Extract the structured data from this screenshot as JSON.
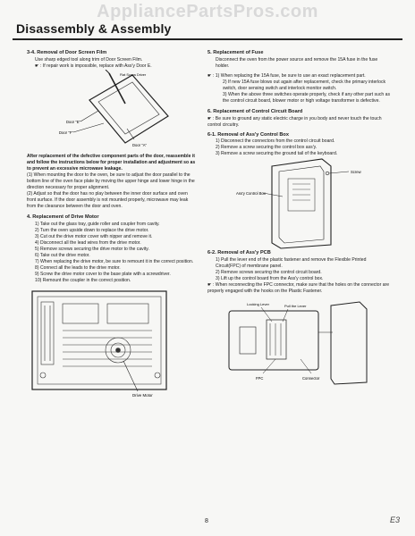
{
  "watermark": "AppliancePartsPros.com",
  "title": "Disassembly & Assembly",
  "page_number": "8",
  "corner_mark": "E3",
  "s34": {
    "heading": "3-4. Removal of Door Screen Film",
    "lines": [
      "Use sharp edged tool along trim of Door Screen Film.",
      "☛ : If repair work is impossible, replace with Ass'y Door E."
    ],
    "fig_labels": [
      "Flat Screw Driver",
      "Door \"E\"",
      "Door \"F\"",
      "Door \"A\""
    ],
    "bold_note": "After replacement of the defective component parts of the door, reassemble it and follow the instructions below for proper installation and adjustment so as to prevent an excessive microwave leakage.",
    "items": [
      "(1) When mounting the door to the oven, be sure to adjust the door parallel to the bottom line of the oven face plate by moving the upper hinge and lower hinge in the direction necessary for proper alignment.",
      "(2) Adjust so that the door has no play between the inner door surface and oven front surface. If the door assembly is not mounted properly, microwave may leak from the clearance between the door and oven."
    ]
  },
  "s4": {
    "heading": "4. Replacement of Drive Motor",
    "items": [
      "1) Take out the glass tray, guide roller and coupler from cavity.",
      "2) Turn the oven upside down to replace the drive motor.",
      "3) Cut out the drive motor cover with nipper and remove it.",
      "4) Disconnect all the lead wires from the drive motor.",
      "5) Remove screws securing the drive motor to the cavity.",
      "6) Take out the drive motor.",
      "7) When replacing the drive motor, be sure to remount it in the correct position.",
      "8) Connect all the leads to the drive motor.",
      "9) Screw the drive motor cover to the base plate with a screwdriver.",
      "10) Remount the coupler in the correct position."
    ],
    "fig_label": "Drive Motor"
  },
  "s5": {
    "heading": "5. Replacement of Fuse",
    "lines": [
      "Disconnect the oven from the power source and remove the 15A fuse in the fuse holder."
    ],
    "notes": [
      "☛ : 1) When replacing the 15A fuse, be sure to use an exact replacement part.",
      "2) If new 15A fuse blows out again after replacement, check the primary interlock switch, door sensing switch and interlock monitor switch.",
      "3) When the above three switches operate properly, check if any other part such as the control circuit board, blower motor or high voltage transformer is defective."
    ]
  },
  "s6": {
    "heading": "6. Replacement of Control Circuit Board",
    "note": "☛ : Be sure to ground any static electric charge in you body and never touch the touch control circuitry.",
    "sub1_heading": "6-1. Removal of Ass'y Control Box",
    "sub1_items": [
      "1) Disconnect the connectors from the control circuit board.",
      "2) Remove a screw securing the control box ass'y.",
      "3) Remove a screw securing the ground tail of the keyboard."
    ],
    "fig1_labels": [
      "Screw",
      "Ass'y Control Box"
    ],
    "sub2_heading": "6-2. Removal of Ass'y PCB",
    "sub2_items": [
      "1) Pull the lever end of the plastic fastener and remove the Flexible Printed Circuit(FPC) of membrane panel.",
      "2) Remove screws securing the control circuit board.",
      "3) Lift up the control board from the Ass'y control box."
    ],
    "sub2_note": "☛ : When reconnecting the FPC connector, make sure that the holes on the connector are properly engaged with the hooks on the Plastic Fastener.",
    "fig2_labels": [
      "Locking Lever",
      "Pull the Lever",
      "FPC",
      "Connector"
    ]
  }
}
